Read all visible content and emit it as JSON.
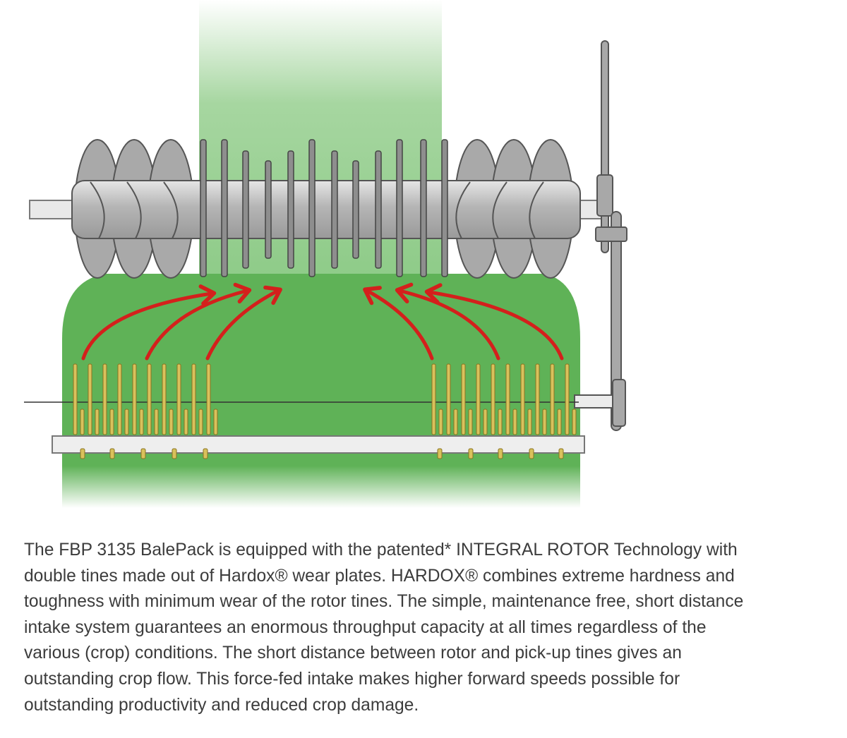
{
  "colors": {
    "crop_green": "#5fb257",
    "crop_green_light": "#9fd39a",
    "rotor_grey": "#b8b8b8",
    "rotor_dark": "#8e8e8e",
    "outline": "#555555",
    "arrow_red": "#d4201c",
    "tine_yellow": "#d9c15c",
    "text": "#3c3c3c"
  },
  "diagram": {
    "label": "Integral rotor and pick-up diagram"
  },
  "caption": {
    "lines": [
      "The FBP 3135 BalePack is equipped with the patented* INTEGRAL ROTOR Technology with",
      "double tines made out of Hardox® wear plates. HARDOX® combines extreme hardness and",
      "toughness with minimum wear of the rotor tines. The simple, maintenance free, short distance",
      "intake system guarantees an enormous throughput capacity at all times regardless of the",
      "various (crop) conditions. The short distance between rotor and pick-up tines gives an",
      "outstanding crop flow. This force-fed intake makes higher forward speeds possible for",
      "outstanding productivity and reduced crop damage."
    ]
  }
}
